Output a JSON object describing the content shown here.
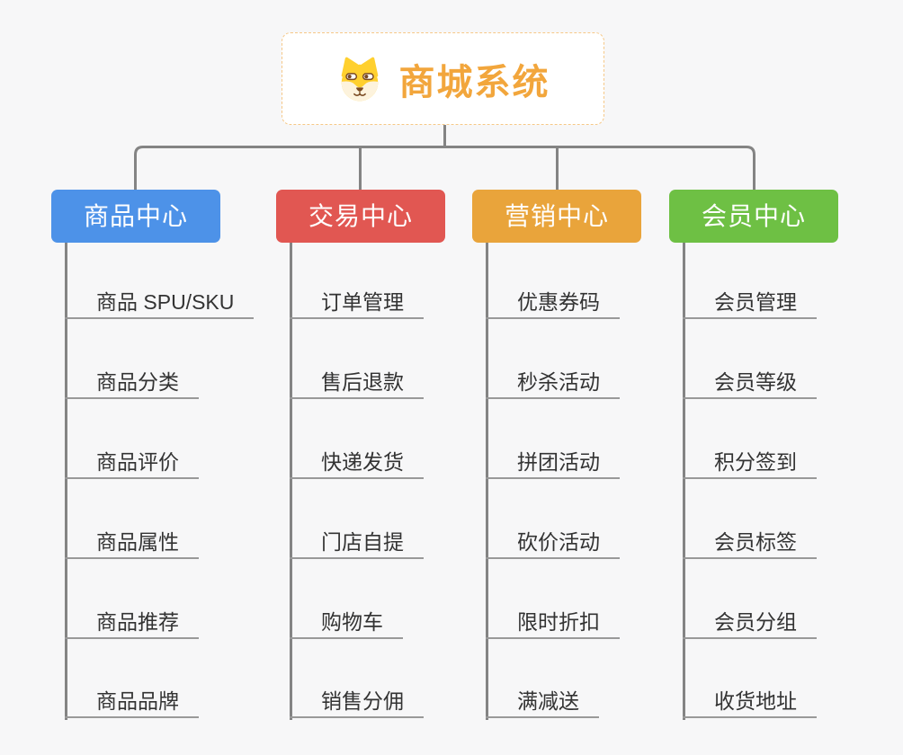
{
  "root": {
    "title": "商城系统",
    "icon": "dog-face-icon",
    "title_color": "#f2a63c",
    "border_color": "#f6c887"
  },
  "colors": {
    "background": "#f7f7f8",
    "connector": "#848484",
    "leaf_underline": "#999999",
    "leaf_text": "#333333"
  },
  "branches": [
    {
      "label": "商品中心",
      "color": "#4d92e8",
      "children": [
        "商品 SPU/SKU",
        "商品分类",
        "商品评价",
        "商品属性",
        "商品推荐",
        "商品品牌"
      ]
    },
    {
      "label": "交易中心",
      "color": "#e15752",
      "children": [
        "订单管理",
        "售后退款",
        "快递发货",
        "门店自提",
        "购物车",
        "销售分佣"
      ]
    },
    {
      "label": "营销中心",
      "color": "#e9a43b",
      "children": [
        "优惠券码",
        "秒杀活动",
        "拼团活动",
        "砍价活动",
        "限时折扣",
        "满减送"
      ]
    },
    {
      "label": "会员中心",
      "color": "#6ec044",
      "children": [
        "会员管理",
        "会员等级",
        "积分签到",
        "会员标签",
        "会员分组",
        "收货地址"
      ]
    }
  ]
}
